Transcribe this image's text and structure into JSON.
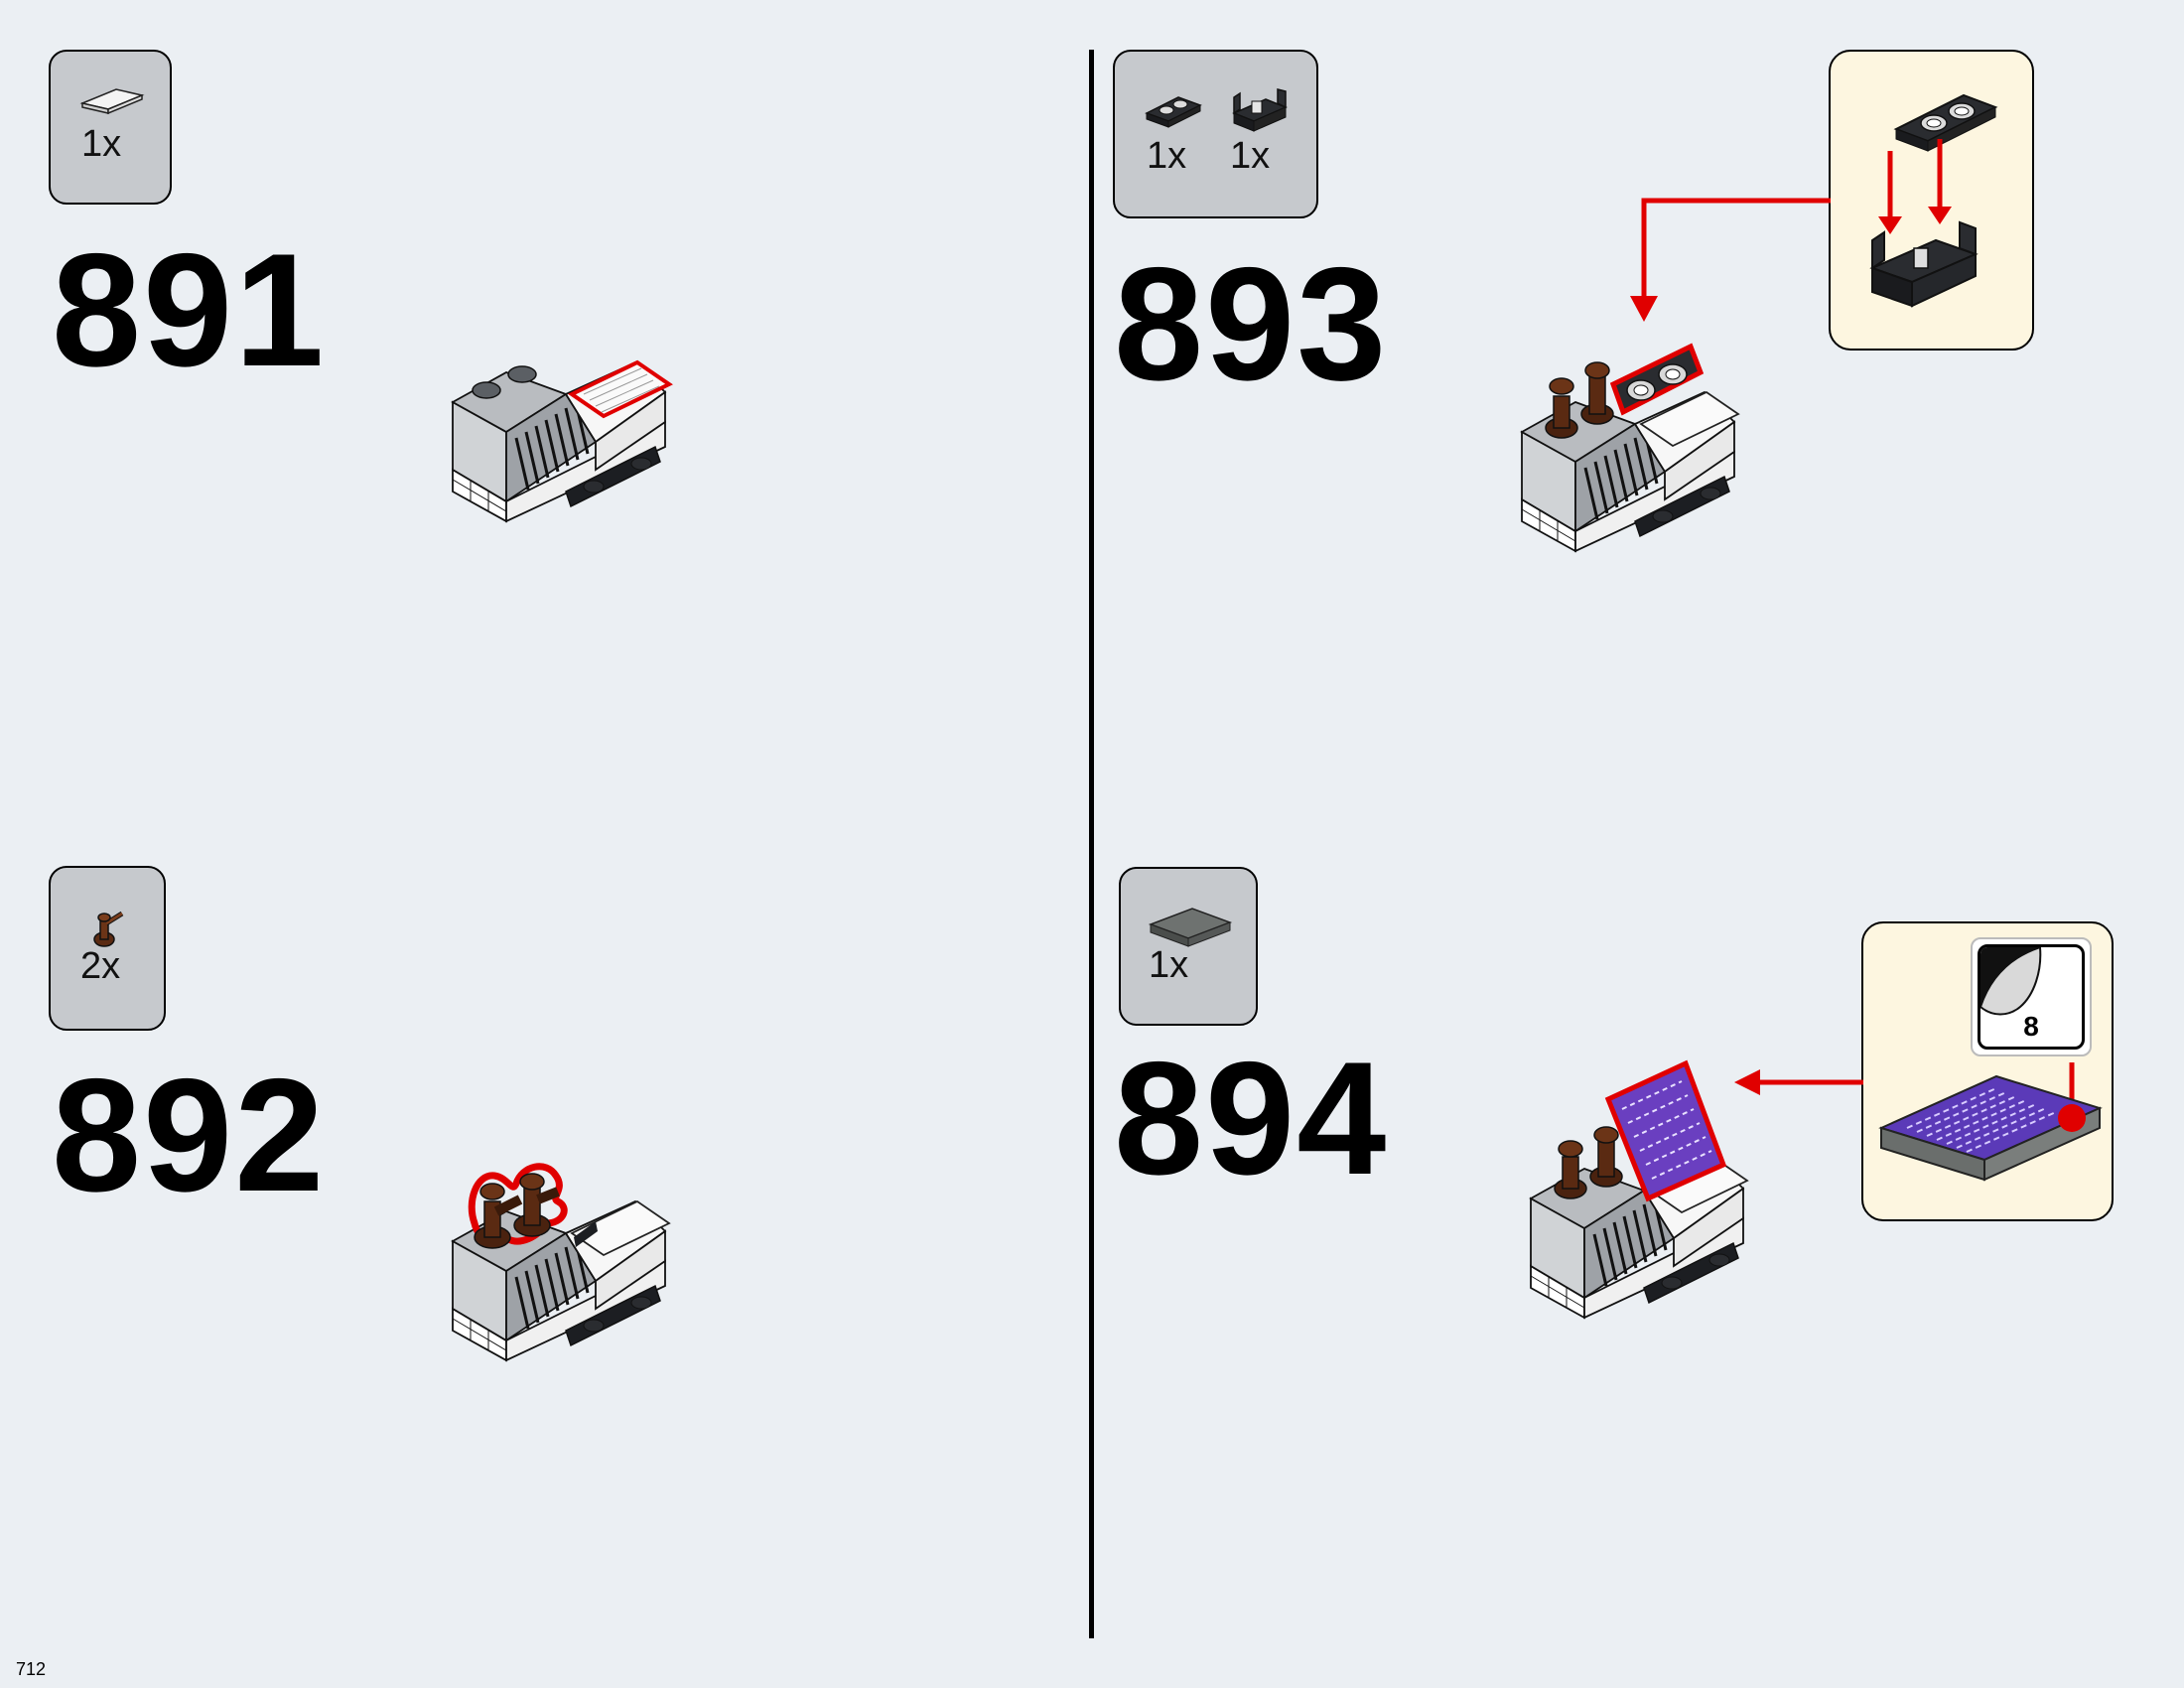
{
  "page": {
    "number": "712"
  },
  "steps": [
    {
      "number": "891",
      "parts": [
        {
          "qty": "1x",
          "icon": "white-keyboard-tile-icon"
        }
      ],
      "highlight": "keyboard tile"
    },
    {
      "number": "892",
      "parts": [
        {
          "qty": "2x",
          "icon": "brown-joystick-lever-icon"
        }
      ],
      "highlight": "joystick levers"
    },
    {
      "number": "893",
      "parts": [
        {
          "qty": "1x",
          "icon": "black-plate-two-studs-icon"
        },
        {
          "qty": "1x",
          "icon": "black-bracket-icon"
        }
      ],
      "highlight": "black sub-assembly"
    },
    {
      "number": "894",
      "parts": [
        {
          "qty": "1x",
          "icon": "dark-gray-tile-icon"
        }
      ],
      "sticker": "8",
      "highlight": "purple screen"
    }
  ],
  "colors": {
    "background": "#ebeff3",
    "parts_box": "#c6c9cd",
    "callout": "#fdf6e0",
    "highlight": "#e00000",
    "brick_gray": "#b9bcc0",
    "brick_white": "#ffffff",
    "brick_black": "#1c1e22",
    "brown": "#5a2a12",
    "purple": "#6a3fc0"
  }
}
